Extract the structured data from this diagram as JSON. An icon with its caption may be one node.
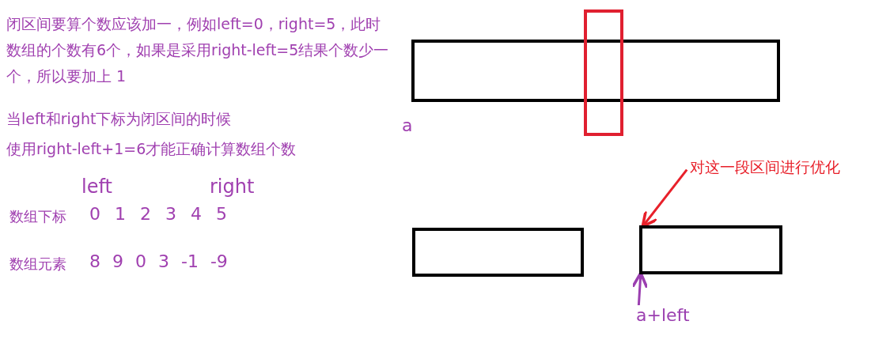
{
  "diagram": {
    "nodes": [
      {
        "text": [],
        "shape": "box"
      },
      {
        "text": [],
        "shape": "box"
      },
      {
        "text": [],
        "shape": "box"
      },
      {
        "text": [],
        "shape": "box"
      },
      {
        "text": [
          "对这一段区间进行优化"
        ]
      },
      {
        "text": [
          "a+left"
        ]
      }
    ],
    "edges": [
      {
        "from": 4,
        "to": 3,
        "arrow": "to",
        "color": "#e8202a"
      },
      {
        "from": 5,
        "to": 3,
        "arrow": "to",
        "color": "#9b3fb0"
      }
    ],
    "labels": [
      "闭区间要算个数应该加一，例如left=0，right=5，此时数组的个数有6个，如果是采用right-left=5结果个数少一个，所以要加上 1",
      "当left和right下标为闭区间的时候",
      "使用right-left+1=6才能正确计算数组个数",
      "a",
      "left",
      "right",
      "数组下标",
      "0 1 2 3 4 5",
      "数组元素",
      "8 9 0 3 -1 -9"
    ]
  }
}
